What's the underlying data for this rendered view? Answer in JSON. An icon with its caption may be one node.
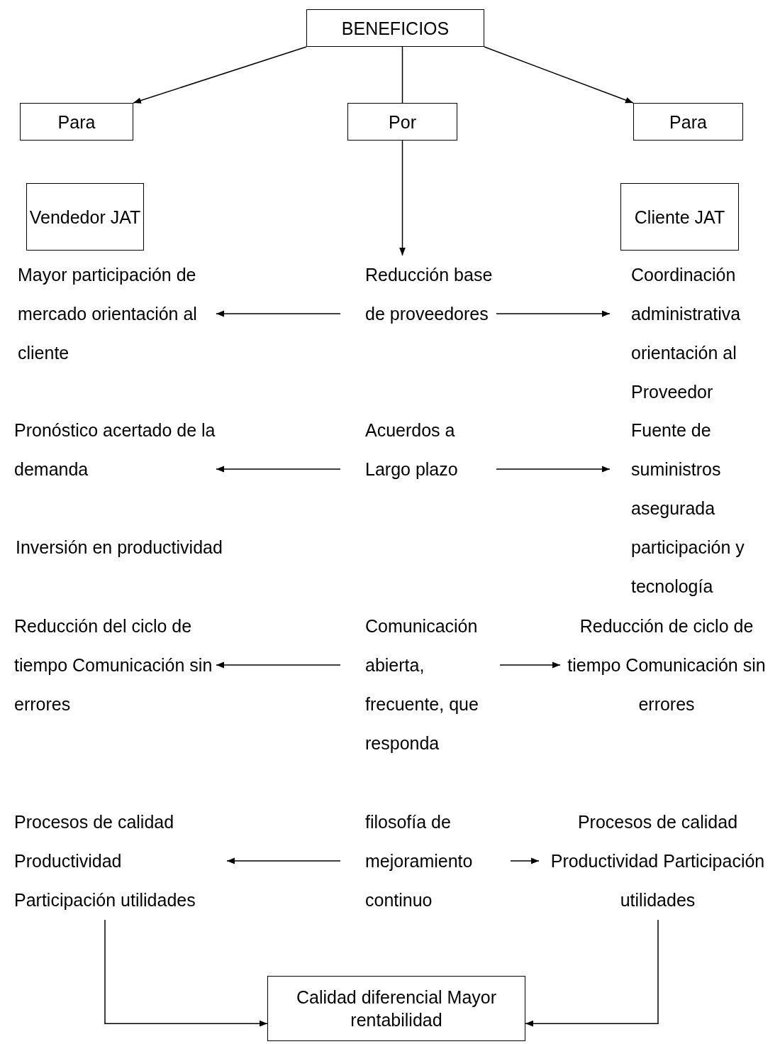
{
  "diagram": {
    "nodes": [
      {
        "text": [
          "BENEFICIOS"
        ]
      },
      {
        "text": [
          "Para"
        ]
      },
      {
        "text": [
          "Por"
        ]
      },
      {
        "text": [
          "Para"
        ]
      },
      {
        "text": [
          "Vendedor JAT"
        ]
      },
      {
        "text": [
          "Cliente JAT"
        ]
      },
      {
        "text": [
          "Mayor participación de mercado orientación al cliente"
        ]
      },
      {
        "text": [
          "Reducción base de proveedores"
        ]
      },
      {
        "text": [
          "Coordinación administrativa orientación al Proveedor"
        ]
      },
      {
        "text": [
          "Pronóstico acertado de la demanda"
        ]
      },
      {
        "text": [
          "Acuerdos a Largo plazo"
        ]
      },
      {
        "text": [
          "Fuente de suministros asegurada participación y tecnología"
        ]
      },
      {
        "text": [
          "Reducción del ciclo de tiempo Comunicación sin errores"
        ]
      },
      {
        "text": [
          "Comunicación abierta, frecuente, que responda"
        ]
      },
      {
        "text": [
          "Reducción de ciclo de tiempo Comunicación sin errores"
        ]
      },
      {
        "text": [
          "Procesos de calidad Productividad Participación utilidades"
        ]
      },
      {
        "text": [
          "filosofía de mejoramiento continuo"
        ]
      },
      {
        "text": [
          "Procesos de calidad Productividad Participación utilidades"
        ]
      },
      {
        "text": [
          "Calidad diferencial Mayor rentabilidad"
        ]
      }
    ],
    "edges": [
      {
        "from": 0,
        "to": 1,
        "arrow": "to"
      },
      {
        "from": 0,
        "to": 2,
        "arrow": "none"
      },
      {
        "from": 0,
        "to": 3,
        "arrow": "to"
      },
      {
        "from": 2,
        "to": 7,
        "arrow": "to"
      },
      {
        "from": 7,
        "to": 6,
        "arrow": "to"
      },
      {
        "from": 7,
        "to": 8,
        "arrow": "to"
      },
      {
        "from": 10,
        "to": 9,
        "arrow": "to"
      },
      {
        "from": 10,
        "to": 11,
        "arrow": "to"
      },
      {
        "from": 13,
        "to": 12,
        "arrow": "to"
      },
      {
        "from": 13,
        "to": 14,
        "arrow": "to"
      },
      {
        "from": 16,
        "to": 15,
        "arrow": "to"
      },
      {
        "from": 16,
        "to": 17,
        "arrow": "to"
      },
      {
        "from": 15,
        "to": 18,
        "arrow": "to"
      },
      {
        "from": 17,
        "to": 18,
        "arrow": "to"
      }
    ],
    "labels": [
      "Inversión en productividad"
    ]
  }
}
